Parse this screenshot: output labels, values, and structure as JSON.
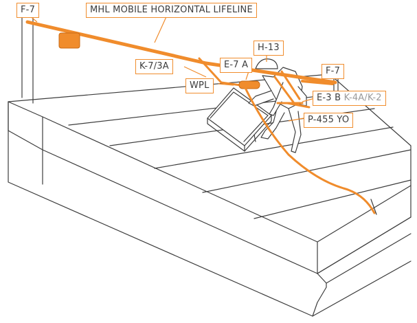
{
  "colors": {
    "accent": "#f08c2c",
    "line": "#3c3c3c",
    "secondary_text": "#9a9a9a",
    "background": "#ffffff"
  },
  "labels": {
    "anchor_left": "F-7",
    "lifeline": "MHL MOBILE HORIZONTAL LIFELINE",
    "helmet": "H-13",
    "connector": "K-7/3A",
    "energy_absorber": "E-7 A",
    "anchor_right": "F-7",
    "wpl": "WPL",
    "harness_main": "E-3 B",
    "harness_alt": "K-4A/K-2",
    "rope": "P-455 YO"
  }
}
